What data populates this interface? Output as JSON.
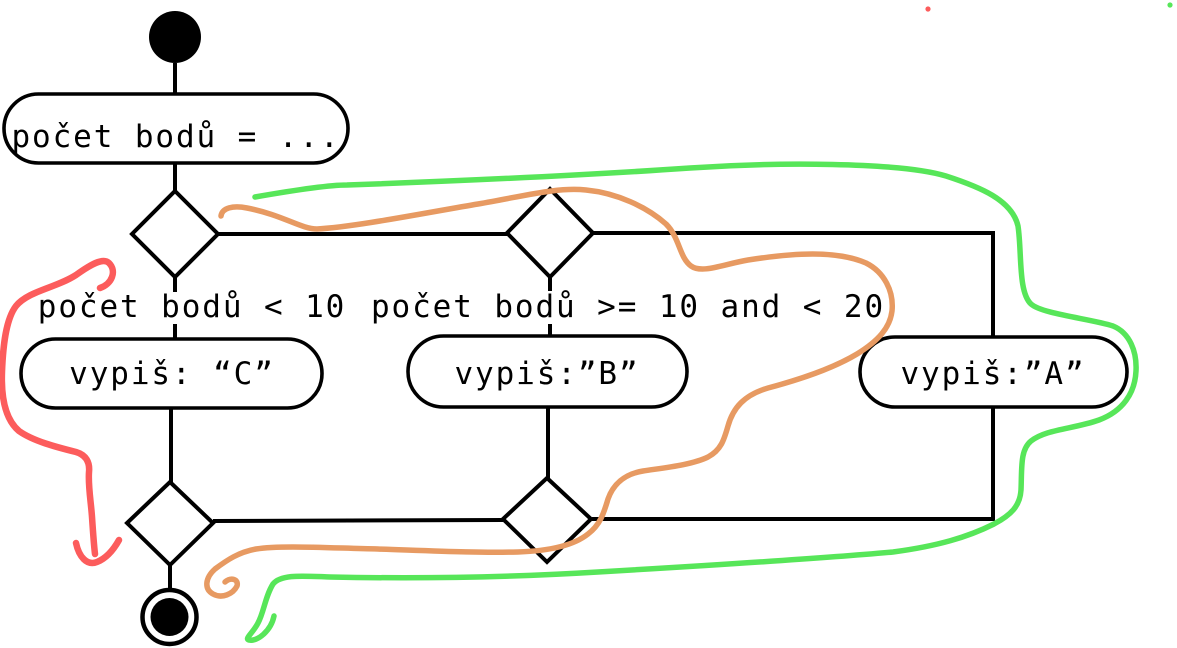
{
  "diagram": {
    "start_action": "počet bodů = ...",
    "condition_left": "počet bodů < 10",
    "condition_middle": "počet bodů >= 10 and < 20",
    "action_c": "vypiš: “C”",
    "action_b": "vypiš:”B”",
    "action_a": "vypiš:”A”"
  },
  "annotations": {
    "red": "#fc5c5c",
    "orange": "#e79a62",
    "green": "#57e659"
  }
}
